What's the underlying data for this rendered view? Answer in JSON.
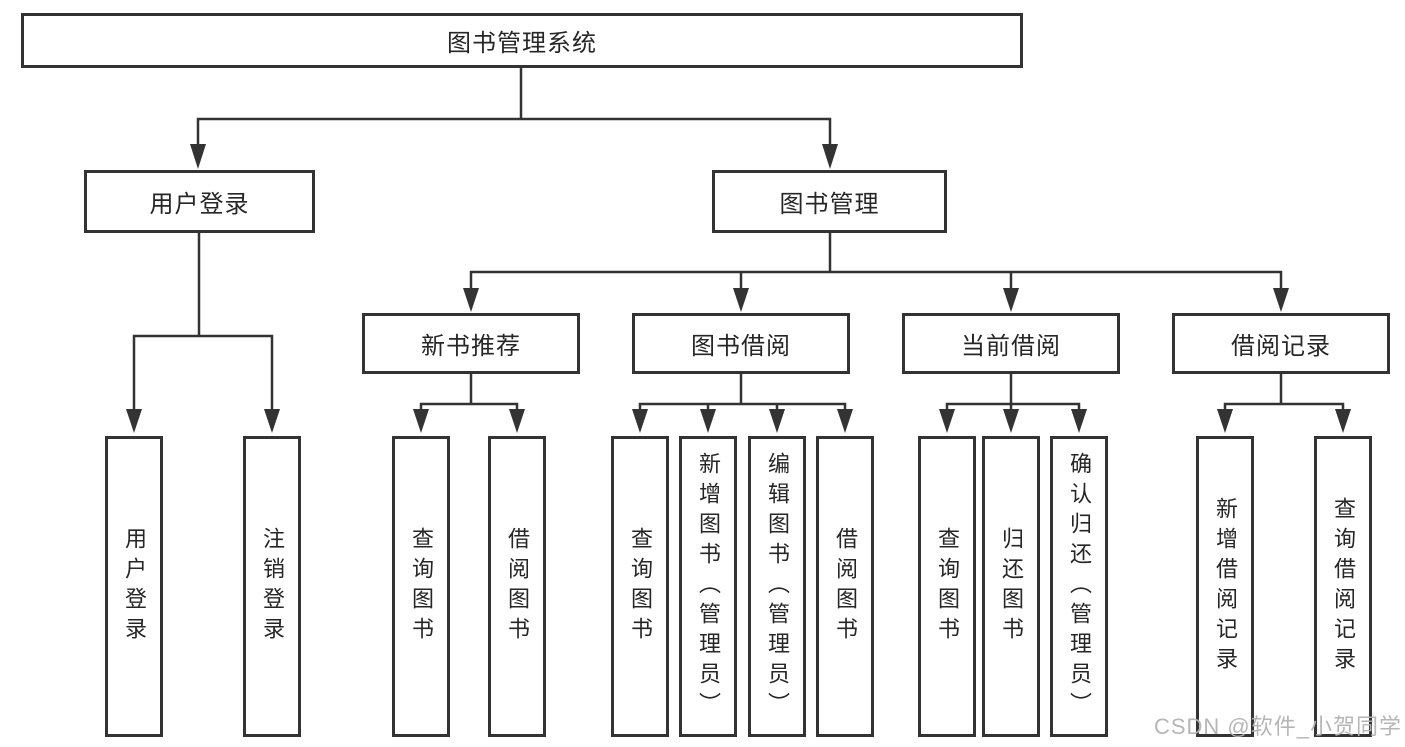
{
  "tree": {
    "label": "图书管理系统",
    "children": [
      {
        "label": "用户登录",
        "children": [
          {
            "label": "用户登录"
          },
          {
            "label": "注销登录"
          }
        ]
      },
      {
        "label": "图书管理",
        "children": [
          {
            "label": "新书推荐",
            "children": [
              {
                "label": "查询图书"
              },
              {
                "label": "借阅图书"
              }
            ]
          },
          {
            "label": "图书借阅",
            "children": [
              {
                "label": "查询图书"
              },
              {
                "label": "新增图书（管理员）"
              },
              {
                "label": "编辑图书（管理员）"
              },
              {
                "label": "借阅图书"
              }
            ]
          },
          {
            "label": "当前借阅",
            "children": [
              {
                "label": "查询图书"
              },
              {
                "label": "归还图书"
              },
              {
                "label": "确认归还（管理员）"
              }
            ]
          },
          {
            "label": "借阅记录",
            "children": [
              {
                "label": "新增借阅记录"
              },
              {
                "label": "查询借阅记录"
              }
            ]
          }
        ]
      }
    ]
  },
  "colors": {
    "line": "#333333",
    "box_border": "#333333",
    "text": "#262626",
    "watermark": "#b2b2b2"
  },
  "watermark": "CSDN @软件_小贺同学"
}
